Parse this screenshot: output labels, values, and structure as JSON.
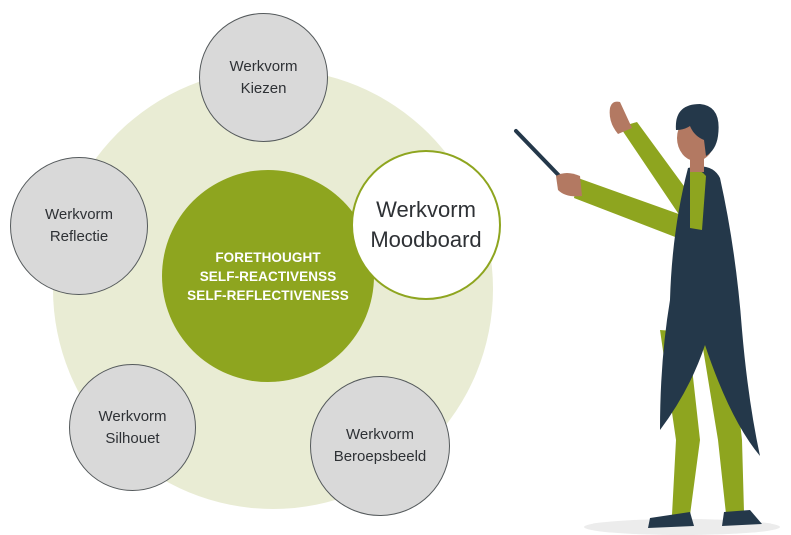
{
  "center": {
    "line1": "FORETHOUGHT",
    "line2": "SELF-REACTIVENSS",
    "line3": "SELF-REFLECTIVENESS"
  },
  "nodes": {
    "kiezen": {
      "line1": "Werkvorm",
      "line2": "Kiezen"
    },
    "reflectie": {
      "line1": "Werkvorm",
      "line2": "Reflectie"
    },
    "moodboard": {
      "line1": "Werkvorm",
      "line2": "Moodboard"
    },
    "silhouet": {
      "line1": "Werkvorm",
      "line2": "Silhouet"
    },
    "beroeps": {
      "line1": "Werkvorm",
      "line2": "Beroepsbeeld"
    }
  },
  "colors": {
    "accent_green": "#8ea51f",
    "ring_background": "#e9ecd4",
    "node_gray": "#d9d9d9",
    "figure_dark": "#24384a",
    "figure_green": "#8ea51f"
  }
}
